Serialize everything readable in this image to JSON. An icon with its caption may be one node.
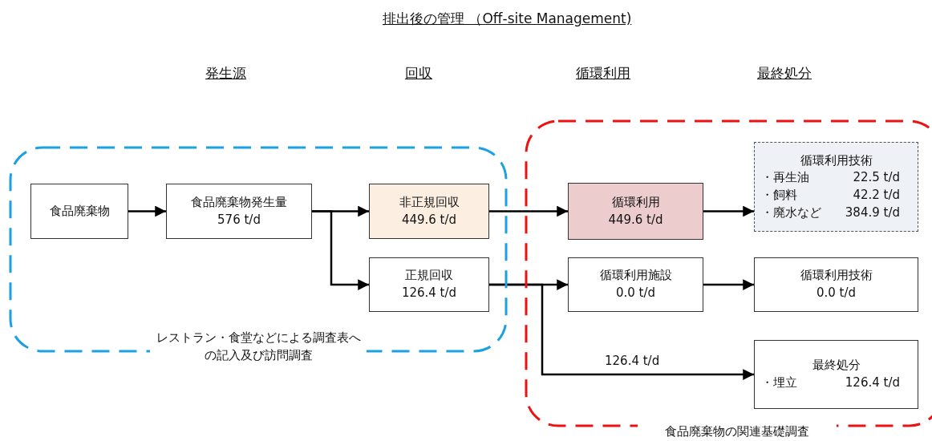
{
  "diagram": {
    "title": "排出後の管理 （Off-site Management)",
    "nodes": [
      {
        "text": [
          "レストラン・食堂などによる調査表への記入及び訪問調査"
        ]
      },
      {
        "text": [
          "食品廃棄物の関連基礎調査"
        ]
      },
      {
        "text": [
          "食品廃棄物"
        ],
        "in": 0
      },
      {
        "text": [
          "食品廃棄物発生量",
          "576 t/d"
        ],
        "in": 0
      },
      {
        "text": [
          "非正規回収",
          "449.6 t/d"
        ],
        "in": 0
      },
      {
        "text": [
          "正規回収",
          "126.4 t/d"
        ],
        "in": 0
      },
      {
        "text": [
          "循環利用",
          "449.6 t/d"
        ],
        "in": 1
      },
      {
        "text": [
          "循環利用技術",
          "・再生油",
          "22.5 t/d",
          "・飼料",
          "42.2 t/d",
          "・廃水など",
          "384.9 t/d"
        ],
        "in": 1
      },
      {
        "text": [
          "循環利用施設",
          "0.0 t/d"
        ],
        "in": 1
      },
      {
        "text": [
          "循環利用技術",
          "0.0 t/d"
        ],
        "in": 1
      },
      {
        "text": [
          "最終処分",
          "・埋立",
          "126.4 t/d"
        ],
        "in": 1
      }
    ],
    "edges": [
      {
        "from": 2,
        "to": 3,
        "arrow": "to"
      },
      {
        "from": 3,
        "to": 4,
        "arrow": "to"
      },
      {
        "from": 3,
        "to": 5,
        "arrow": "to"
      },
      {
        "from": 4,
        "to": 6,
        "arrow": "to"
      },
      {
        "from": 5,
        "to": 8,
        "arrow": "to"
      },
      {
        "from": 5,
        "to": 10,
        "arrow": "to",
        "label": "126.4 t/d"
      },
      {
        "from": 6,
        "to": 7,
        "arrow": "to"
      },
      {
        "from": 8,
        "to": 9,
        "arrow": "to"
      }
    ],
    "labels": [
      "発生源",
      "回収",
      "循環利用",
      "最終処分"
    ]
  }
}
